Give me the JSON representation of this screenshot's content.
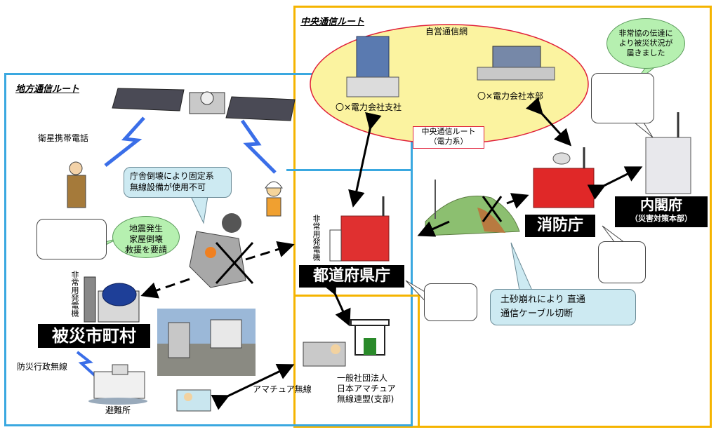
{
  "routes": {
    "local_title": "地方通信ルート",
    "central_title": "中央通信ルート"
  },
  "ellipse": {
    "network_label": "自営通信網",
    "branch_label": "〇×電力会社支社",
    "hq_label": "〇×電力会社本部",
    "route_label_line1": "中央通信ルート",
    "route_label_line2": "（電力系）"
  },
  "labels": {
    "sat_phone": "衛星携帯電話",
    "generator": "非常用発電機",
    "disaster_muni": "被災市町村",
    "bousai_radio": "防災行政無線",
    "shelter": "避難所",
    "amateur_radio": "アマチュア無線",
    "jarl_line1": "一般社団法人",
    "jarl_line2": "日本アマチュア",
    "jarl_line3": "無線連盟(支部)",
    "prefecture": "都道府県庁",
    "fire_agency": "消防庁",
    "cabinet": "内閣府",
    "cabinet_sub": "（災害対策本部）"
  },
  "callouts": {
    "govt_collapse_line1": "庁舎倒壊により固定系",
    "govt_collapse_line2": "無線設備が使用不可",
    "quake_line1": "地震発生",
    "quake_line2": "家屋倒壊",
    "quake_line3": "救援を要請",
    "emergency_line1": "非常協の伝達に",
    "emergency_line2": "より被災状況が",
    "emergency_line3": "届きました",
    "landslide_line1": "土砂崩れにより 直通",
    "landslide_line2": "通信ケーブル切断"
  },
  "colors": {
    "local_border": "#3aa8e0",
    "central_border": "#f5b400",
    "ellipse_fill": "#fbf3a0",
    "ellipse_stroke": "#e0203a",
    "callout_blue": "#cdeaf2",
    "callout_green": "#b6f0b0"
  }
}
